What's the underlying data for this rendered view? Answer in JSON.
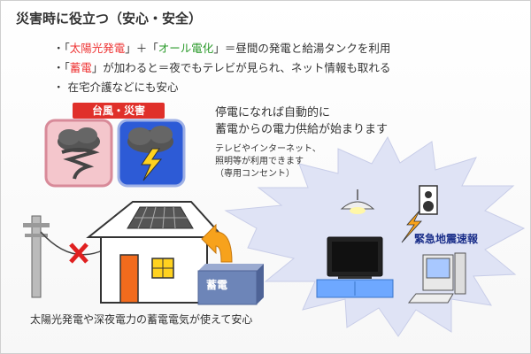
{
  "title": "災害時に役立つ（安心・安全）",
  "bullets": [
    {
      "prefix": "・「",
      "em1": "太陽光発電",
      "mid1": "」＋「",
      "em2": "オール電化",
      "rest": "」＝昼間の発電と給湯タンクを利用"
    },
    {
      "prefix": "・「",
      "em1": "蓄電",
      "rest": "」が加わると＝夜でもテレビが見られ、ネット情報も取れる"
    },
    {
      "text": "・ 在宅介護などにも安心"
    }
  ],
  "disaster_label": "台風・災害",
  "caption_main": [
    "停電になれば自動的に",
    "蓄電からの電力供給が始まります"
  ],
  "caption_sub": [
    "テレビやインターネット、",
    "照明等が利用できます",
    "（専用コンセント）"
  ],
  "quake_label": "緊急地震速報",
  "battery_label": "蓄電",
  "bottom_caption": "太陽光発電や深夜電力の蓄電電気が使えて安心",
  "colors": {
    "red": "#e33333",
    "green": "#2a9a2a",
    "burst": "#dde2f5",
    "battery": "#6d85b8"
  }
}
